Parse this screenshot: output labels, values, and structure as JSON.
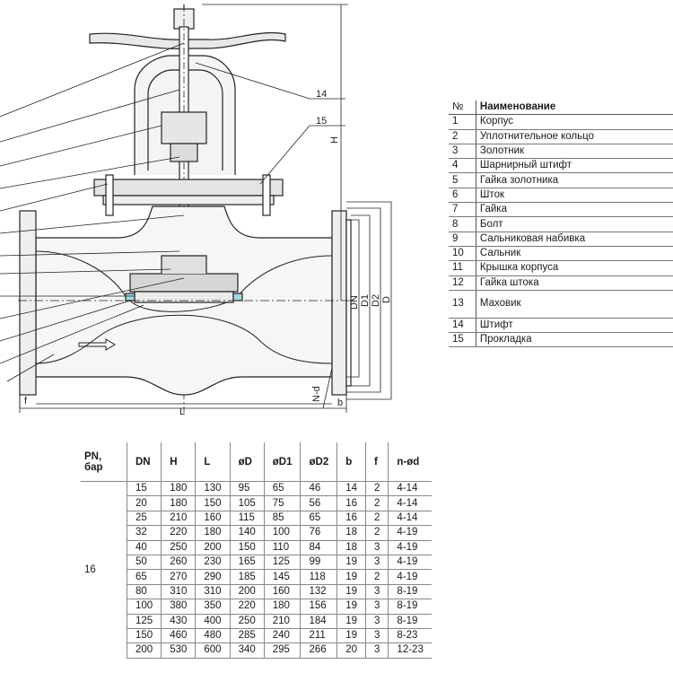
{
  "drawing": {
    "callouts": [
      "14",
      "15"
    ],
    "dimensions": {
      "H": "H",
      "L": "L",
      "DN": "DN",
      "D1": "D1",
      "D2": "D2",
      "D": "D",
      "Nd": "N-d",
      "b": "b",
      "f": "f"
    }
  },
  "parts": {
    "header": {
      "num": "№",
      "name": "Наименование"
    },
    "rows": [
      {
        "num": "1",
        "name": "Корпус"
      },
      {
        "num": "2",
        "name": "Уплотнительное кольцо"
      },
      {
        "num": "3",
        "name": "Золотник"
      },
      {
        "num": "4",
        "name": "Шарнирный штифт"
      },
      {
        "num": "5",
        "name": "Гайка золотника"
      },
      {
        "num": "6",
        "name": "Шток"
      },
      {
        "num": "7",
        "name": "Гайка"
      },
      {
        "num": "8",
        "name": "Болт"
      },
      {
        "num": "9",
        "name": "Сальниковая набивка"
      },
      {
        "num": "10",
        "name": "Сальник"
      },
      {
        "num": "11",
        "name": "Крышка корпуса"
      },
      {
        "num": "12",
        "name": "Гайка штока"
      },
      {
        "num": "13",
        "name": "Маховик"
      },
      {
        "num": "14",
        "name": "Штифт"
      },
      {
        "num": "15",
        "name": "Прокладка"
      }
    ]
  },
  "spec": {
    "pn_header": "PN, бар",
    "pn_value": "16",
    "columns": [
      "DN",
      "H",
      "L",
      "øD",
      "øD1",
      "øD2",
      "b",
      "f",
      "n-ød"
    ],
    "rows": [
      [
        "15",
        "180",
        "130",
        "95",
        "65",
        "46",
        "14",
        "2",
        "4-14"
      ],
      [
        "20",
        "180",
        "150",
        "105",
        "75",
        "56",
        "16",
        "2",
        "4-14"
      ],
      [
        "25",
        "210",
        "160",
        "115",
        "85",
        "65",
        "16",
        "2",
        "4-14"
      ],
      [
        "32",
        "220",
        "180",
        "140",
        "100",
        "76",
        "18",
        "2",
        "4-19"
      ],
      [
        "40",
        "250",
        "200",
        "150",
        "110",
        "84",
        "18",
        "3",
        "4-19"
      ],
      [
        "50",
        "260",
        "230",
        "165",
        "125",
        "99",
        "19",
        "3",
        "4-19"
      ],
      [
        "65",
        "270",
        "290",
        "185",
        "145",
        "118",
        "19",
        "2",
        "4-19"
      ],
      [
        "80",
        "310",
        "310",
        "200",
        "160",
        "132",
        "19",
        "3",
        "8-19"
      ],
      [
        "100",
        "380",
        "350",
        "220",
        "180",
        "156",
        "19",
        "3",
        "8-19"
      ],
      [
        "125",
        "430",
        "400",
        "250",
        "210",
        "184",
        "19",
        "3",
        "8-19"
      ],
      [
        "150",
        "460",
        "480",
        "285",
        "240",
        "211",
        "19",
        "3",
        "8-23"
      ],
      [
        "200",
        "530",
        "600",
        "340",
        "295",
        "266",
        "20",
        "3",
        "12-23"
      ]
    ]
  }
}
